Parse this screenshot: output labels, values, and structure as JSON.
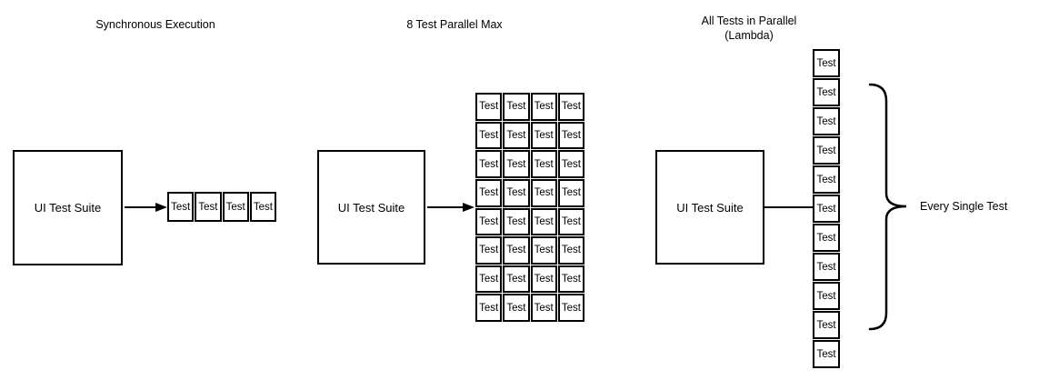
{
  "colors": {
    "line": "#000000",
    "text": "#000000",
    "background": "#ffffff"
  },
  "sections": [
    {
      "title": "Synchronous Execution",
      "suite_label": "UI Test Suite",
      "tests": [
        "Test",
        "Test",
        "Test",
        "Test"
      ]
    },
    {
      "title": "8 Test Parallel Max",
      "suite_label": "UI Test Suite",
      "grid_rows": 8,
      "grid_cols": 4,
      "tests": [
        "Test",
        "Test",
        "Test",
        "Test",
        "Test",
        "Test",
        "Test",
        "Test",
        "Test",
        "Test",
        "Test",
        "Test",
        "Test",
        "Test",
        "Test",
        "Test",
        "Test",
        "Test",
        "Test",
        "Test",
        "Test",
        "Test",
        "Test",
        "Test",
        "Test",
        "Test",
        "Test",
        "Test",
        "Test",
        "Test",
        "Test",
        "Test"
      ]
    },
    {
      "title": "All Tests in Parallel",
      "subtitle": "(Lambda)",
      "suite_label": "UI Test Suite",
      "tests": [
        "Test",
        "Test",
        "Test",
        "Test",
        "Test",
        "Test",
        "Test",
        "Test",
        "Test",
        "Test",
        "Test"
      ],
      "annotation": "Every Single Test"
    }
  ]
}
